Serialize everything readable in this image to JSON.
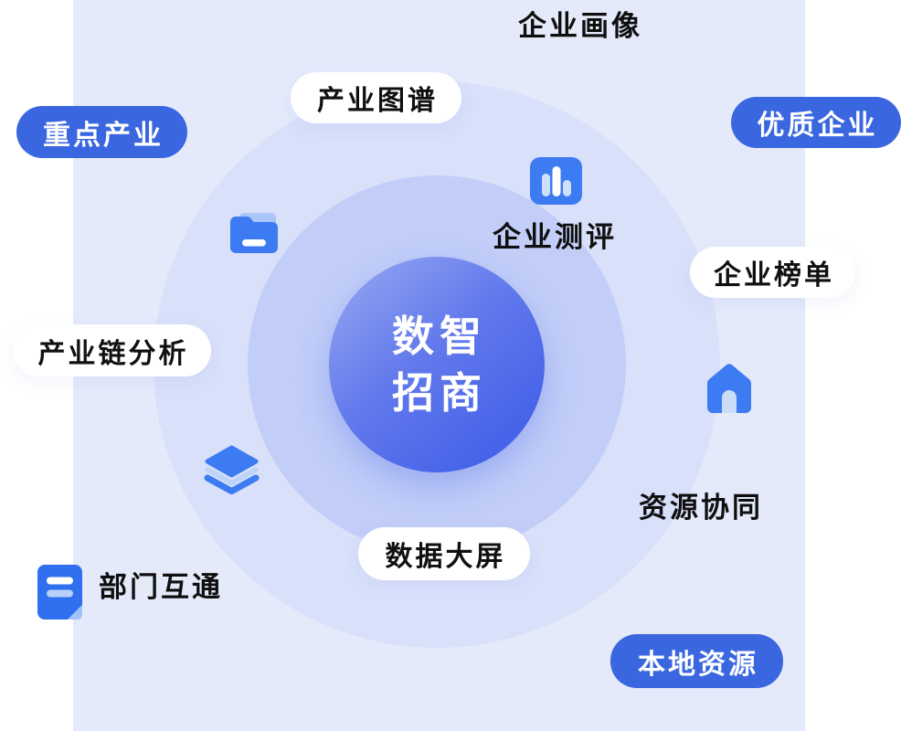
{
  "center": {
    "line1": "数智",
    "line2": "招商"
  },
  "labels": {
    "enterprise_portrait": "企业画像",
    "industry_map": "产业图谱",
    "key_industries": "重点产业",
    "quality_enterprises": "优质企业",
    "enterprise_evaluation": "企业测评",
    "enterprise_ranking": "企业榜单",
    "industry_chain_analysis": "产业链分析",
    "resource_collaboration": "资源协同",
    "data_dashboard": "数据大屏",
    "department_interconnection": "部门互通",
    "local_resources": "本地资源"
  },
  "icons": {
    "bar_chart": "bar-chart-icon",
    "folder": "folder-icon",
    "house": "house-icon",
    "layers": "layers-icon",
    "document": "document-icon"
  },
  "colors": {
    "panel": "#E5EAFB",
    "ring_outer": "#D8E0FA",
    "ring_inner": "#C2CEF8",
    "pill_blue": "#3A66E0",
    "icon_blue": "#3C7BF2",
    "icon_blue_deep": "#2F6FF0",
    "icon_light_blue": "#BBD4FA",
    "circle_gradient_start": "#99AAF2",
    "circle_gradient_end": "#3A5AE8",
    "text_dark": "#0F0F0F",
    "text_light": "#FFFFFF"
  }
}
